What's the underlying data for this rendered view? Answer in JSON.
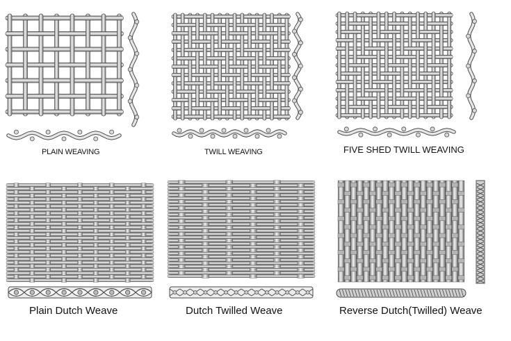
{
  "weaves": [
    {
      "id": "plain",
      "caption": "PLAIN WEAVING"
    },
    {
      "id": "twill",
      "caption": "TWILL WEAVING"
    },
    {
      "id": "five_shed",
      "caption": "FIVE SHED TWILL WEAVING"
    },
    {
      "id": "plain_dutch",
      "caption": "Plain Dutch Weave"
    },
    {
      "id": "dutch_twilled",
      "caption": "Dutch Twilled Weave"
    },
    {
      "id": "reverse_dutch",
      "caption": "Reverse Dutch(Twilled) Weave"
    }
  ],
  "colors": {
    "wire_fill": "#d9d9d9",
    "wire_stroke": "#4a4a4a",
    "dutch_background": "#6e6e6e",
    "caption": "#111111"
  }
}
